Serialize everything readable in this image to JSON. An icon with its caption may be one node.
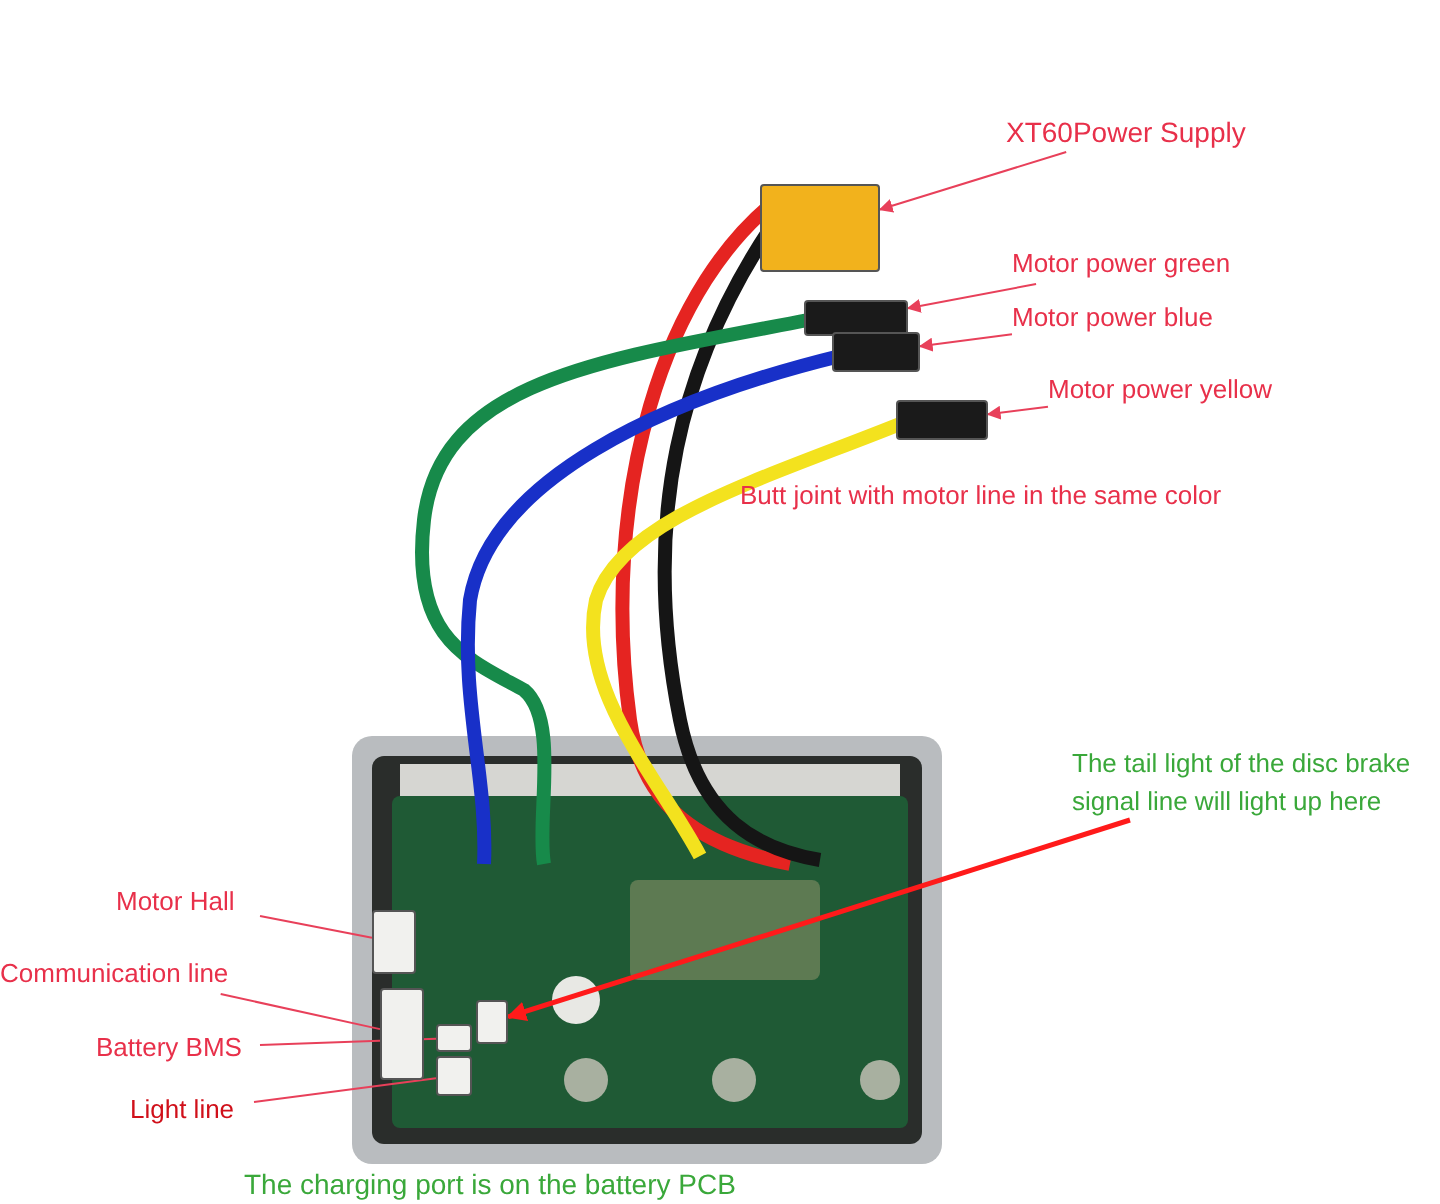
{
  "diagram": {
    "nodes": [
      {
        "text": [
          "XT60Power Supply"
        ]
      },
      {
        "text": [],
        "shape": "box"
      },
      {
        "text": [
          "Motor power green"
        ]
      },
      {
        "text": [],
        "shape": "box"
      },
      {
        "text": [
          "Motor power blue"
        ]
      },
      {
        "text": [],
        "shape": "box"
      },
      {
        "text": [
          "Motor power yellow"
        ]
      },
      {
        "text": [],
        "shape": "box"
      },
      {
        "text": [
          "Motor Hall"
        ]
      },
      {
        "text": [],
        "shape": "box"
      },
      {
        "text": [
          "Communication line"
        ]
      },
      {
        "text": [],
        "shape": "box"
      },
      {
        "text": [
          "Battery BMS"
        ]
      },
      {
        "text": [],
        "shape": "box"
      },
      {
        "text": [
          "Light line"
        ]
      },
      {
        "text": [],
        "shape": "box"
      },
      {
        "text": [
          "The tail light of the disc brake signal line will light up here"
        ]
      },
      {
        "text": [],
        "shape": "box"
      }
    ],
    "edges": [
      {
        "from": 0,
        "to": 1,
        "arrow": "to"
      },
      {
        "from": 2,
        "to": 3,
        "arrow": "to"
      },
      {
        "from": 4,
        "to": 5,
        "arrow": "to"
      },
      {
        "from": 6,
        "to": 7,
        "arrow": "to"
      },
      {
        "from": 8,
        "to": 9,
        "arrow": "none"
      },
      {
        "from": 10,
        "to": 11,
        "arrow": "none"
      },
      {
        "from": 12,
        "to": 13,
        "arrow": "none"
      },
      {
        "from": 14,
        "to": 15,
        "arrow": "none"
      },
      {
        "from": 16,
        "to": 17,
        "arrow": "to",
        "style": "thick",
        "color": "#ff1a1a"
      }
    ],
    "labels": [
      "Butt joint with motor line in the same color",
      "The charging port is on the battery PCB"
    ]
  }
}
